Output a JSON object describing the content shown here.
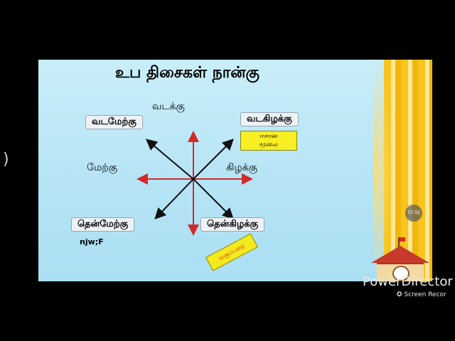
{
  "paren_text": ")",
  "slide": {
    "title": "உப திசைகள் நான்கு",
    "north": "வடக்கு",
    "west": "மேற்கு",
    "east": "கிழக்கு",
    "northwest": "வடமேற்கு",
    "northeast": "வடகிழக்கு",
    "northeast_note": "ஈசான\nமூலை",
    "southwest": "தென்மேற்கு",
    "southeast": "தென்கிழக்கு",
    "note": "njw;F",
    "stamp": "வகுப்பறை",
    "time": "07:32"
  },
  "watermark": {
    "app": "PowerDirector",
    "screen_recorder": "✪ Screen Recor"
  },
  "colors": {
    "slide_bg": "#b6e4f5",
    "arrow_red": "#d22a2a",
    "arrow_black": "#111111",
    "note_yellow": "#f7ee24",
    "curtain": "#f7c51e"
  }
}
